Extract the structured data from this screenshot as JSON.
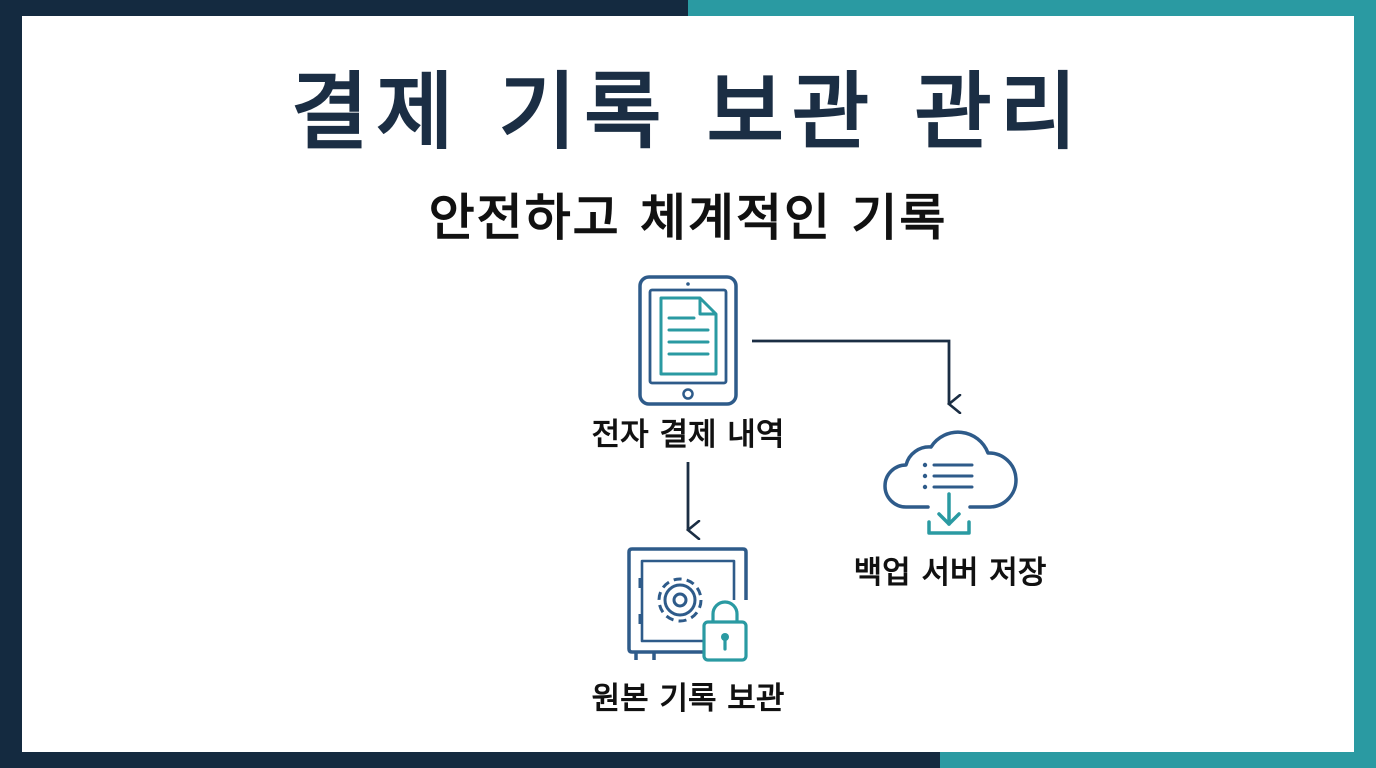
{
  "title": "결제 기록 보관 관리",
  "subtitle": "안전하고 체계적인 기록",
  "nodes": {
    "epay": {
      "label": "전자 결제 내역",
      "icon": "tablet-document-icon"
    },
    "backup": {
      "label": "백업 서버 저장",
      "icon": "cloud-download-icon"
    },
    "original": {
      "label": "원본 기록 보관",
      "icon": "safe-lock-icon"
    }
  },
  "edges": [
    {
      "from": "epay",
      "to": "backup"
    },
    {
      "from": "epay",
      "to": "original"
    }
  ],
  "colors": {
    "navy": "#1b2e44",
    "icon_blue": "#2e5b8a",
    "teal": "#2a9aa2",
    "frame_dark": "#142a40"
  }
}
